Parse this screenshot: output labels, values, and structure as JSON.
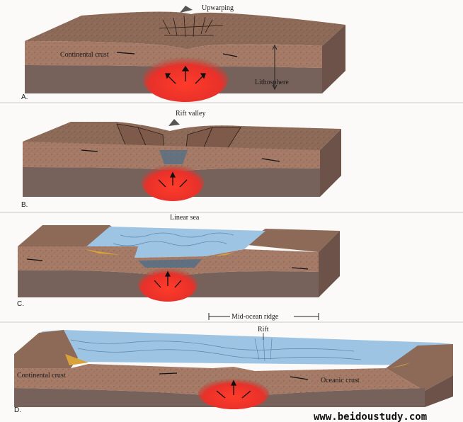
{
  "panels": [
    {
      "letter": "A.",
      "labels": {
        "top": "Upwarping",
        "left": "Continental crust",
        "right": "Lithosphere"
      }
    },
    {
      "letter": "B.",
      "labels": {
        "top": "Rift valley"
      }
    },
    {
      "letter": "C.",
      "labels": {
        "top": "Linear sea"
      }
    },
    {
      "letter": "D.",
      "labels": {
        "ridge": "Mid-ocean ridge",
        "rift": "Rift",
        "left": "Continental crust",
        "right": "Oceanic crust"
      }
    }
  ],
  "watermark": "www.beidoustudy.com",
  "colors": {
    "crust_top": "#8d6a58",
    "crust_side": "#a57a66",
    "lithosphere": "#77625b",
    "magma": "#e8312a",
    "water": "#9ec4e3",
    "sediment": "#d8a33a"
  }
}
